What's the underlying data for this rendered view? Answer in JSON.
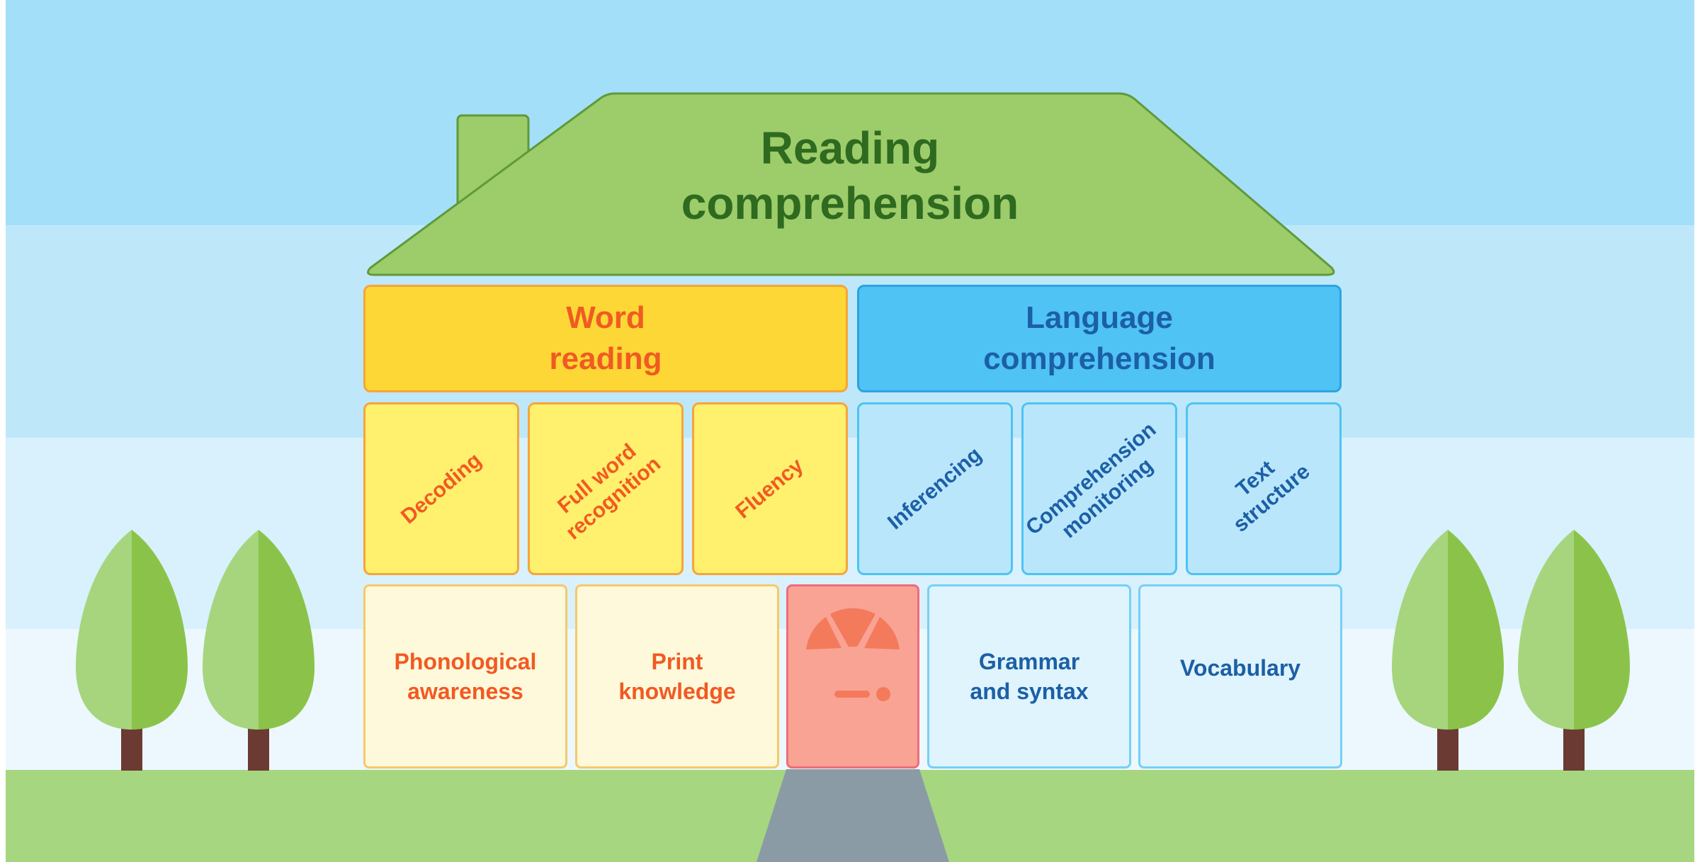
{
  "roof": {
    "line1": "Reading",
    "line2": "comprehension"
  },
  "word_reading": {
    "line1": "Word",
    "line2": "reading",
    "skills": [
      {
        "lines": [
          "Decoding"
        ]
      },
      {
        "lines": [
          "Full word",
          "recognition"
        ]
      },
      {
        "lines": [
          "Fluency"
        ]
      }
    ],
    "foundations": [
      {
        "line1": "Phonological",
        "line2": "awareness"
      },
      {
        "line1": "Print",
        "line2": "knowledge"
      }
    ]
  },
  "language_comprehension": {
    "line1": "Language",
    "line2": "comprehension",
    "skills": [
      {
        "lines": [
          "Inferencing"
        ]
      },
      {
        "lines": [
          "Comprehension",
          "monitoring"
        ]
      },
      {
        "lines": [
          "Text",
          "structure"
        ]
      }
    ],
    "foundations": [
      {
        "line1": "Grammar",
        "line2": "and syntax"
      },
      {
        "line1": "Vocabulary",
        "line2": ""
      }
    ]
  },
  "colors": {
    "roof": "#9dcc6a",
    "roof_text": "#2e6a1f",
    "word_header": "#fcd735",
    "word_text": "#f15a22",
    "language_header": "#4ec3f4",
    "language_text": "#1c5fa6",
    "door": "#f9a394",
    "door_detail": "#f47a5c"
  }
}
